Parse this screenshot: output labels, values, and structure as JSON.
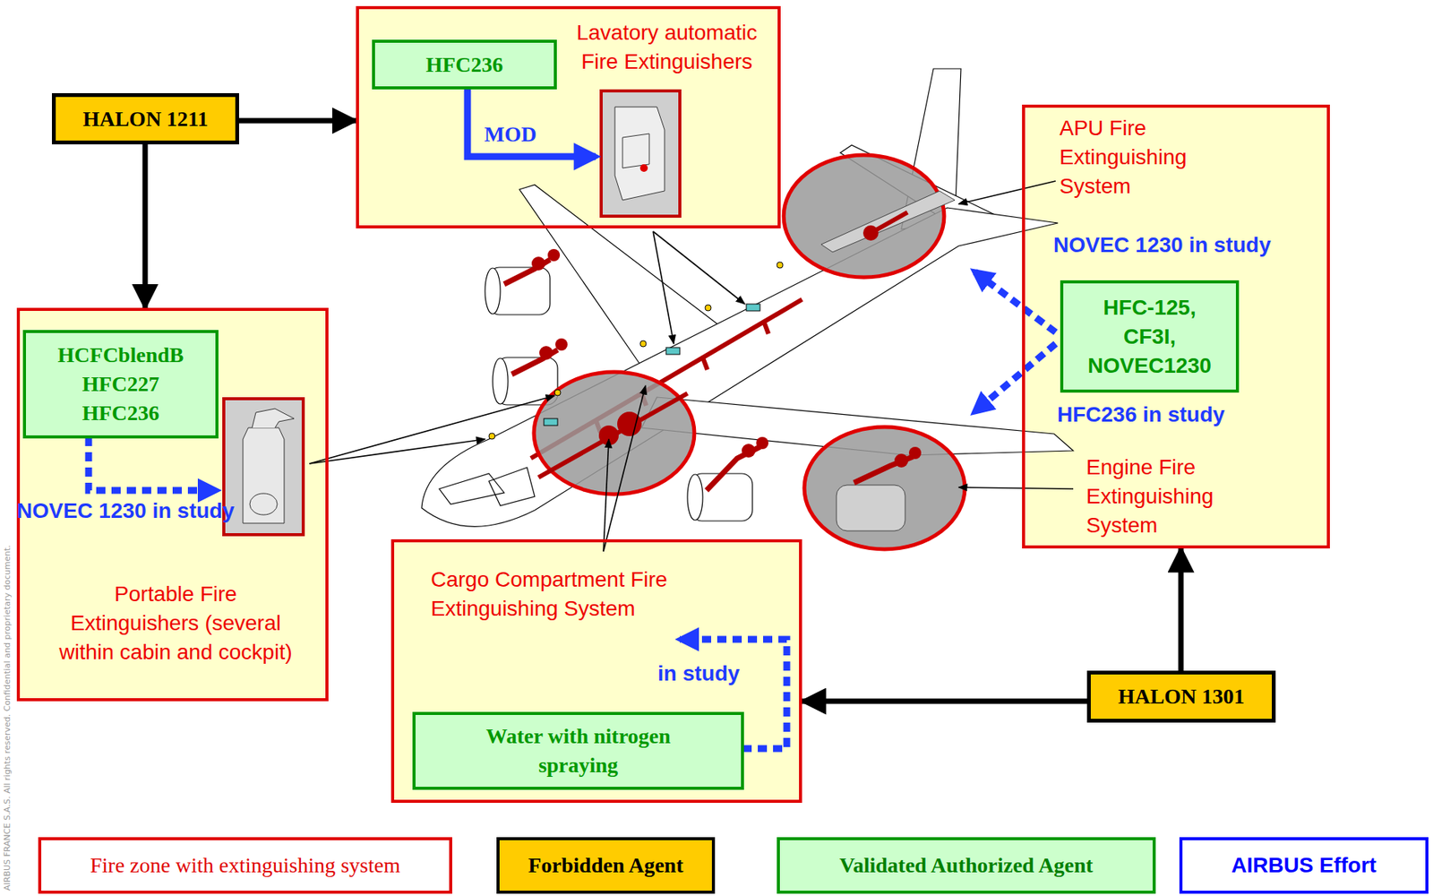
{
  "diagram": {
    "nodes": [
      {
        "text": [
          "HALON 1211"
        ]
      },
      {
        "text": [
          "Lavatory automatic Fire Extinguishers"
        ]
      },
      {
        "text": [
          "HFC236"
        ],
        "in": 1
      },
      {
        "text": [
          "APU Fire Extinguishing System",
          "Engine Fire Extinguishing System"
        ]
      },
      {
        "text": [
          "HFC-125, CF3I, NOVEC1230"
        ],
        "in": 3
      },
      {
        "text": [
          "Portable Fire Extinguishers (several within cabin and cockpit)"
        ]
      },
      {
        "text": [
          "HCFCblendB HFC227 HFC236"
        ],
        "in": 5
      },
      {
        "text": [
          "Cargo Compartment Fire Extinguishing System"
        ]
      },
      {
        "text": [
          "Water with nitrogen spraying"
        ],
        "in": 7
      },
      {
        "text": [
          "HALON 1301"
        ]
      }
    ],
    "edges": [
      {
        "from": 0,
        "to": 1,
        "arrow": "to"
      },
      {
        "from": 0,
        "to": 5,
        "arrow": "to"
      },
      {
        "from": 9,
        "to": 7,
        "arrow": "to"
      },
      {
        "from": 9,
        "to": 3,
        "arrow": "to"
      }
    ],
    "labels": [
      "MOD",
      "NOVEC 1230 in study",
      "NOVEC 1230 in study",
      "HFC236 in study",
      "in study",
      "AIRBUS FRANCE S.A.S. All rights reserved. Confidential and proprietary document."
    ],
    "legend": [
      {
        "text": "Fire zone with extinguishing system",
        "color": "#e00000"
      },
      {
        "text": "Forbidden Agent",
        "color": "#ffcc00"
      },
      {
        "text": "Validated Authorized Agent",
        "color": "#ccffcc"
      },
      {
        "text": "AIRBUS Effort",
        "color": "#0000ff"
      }
    ]
  }
}
